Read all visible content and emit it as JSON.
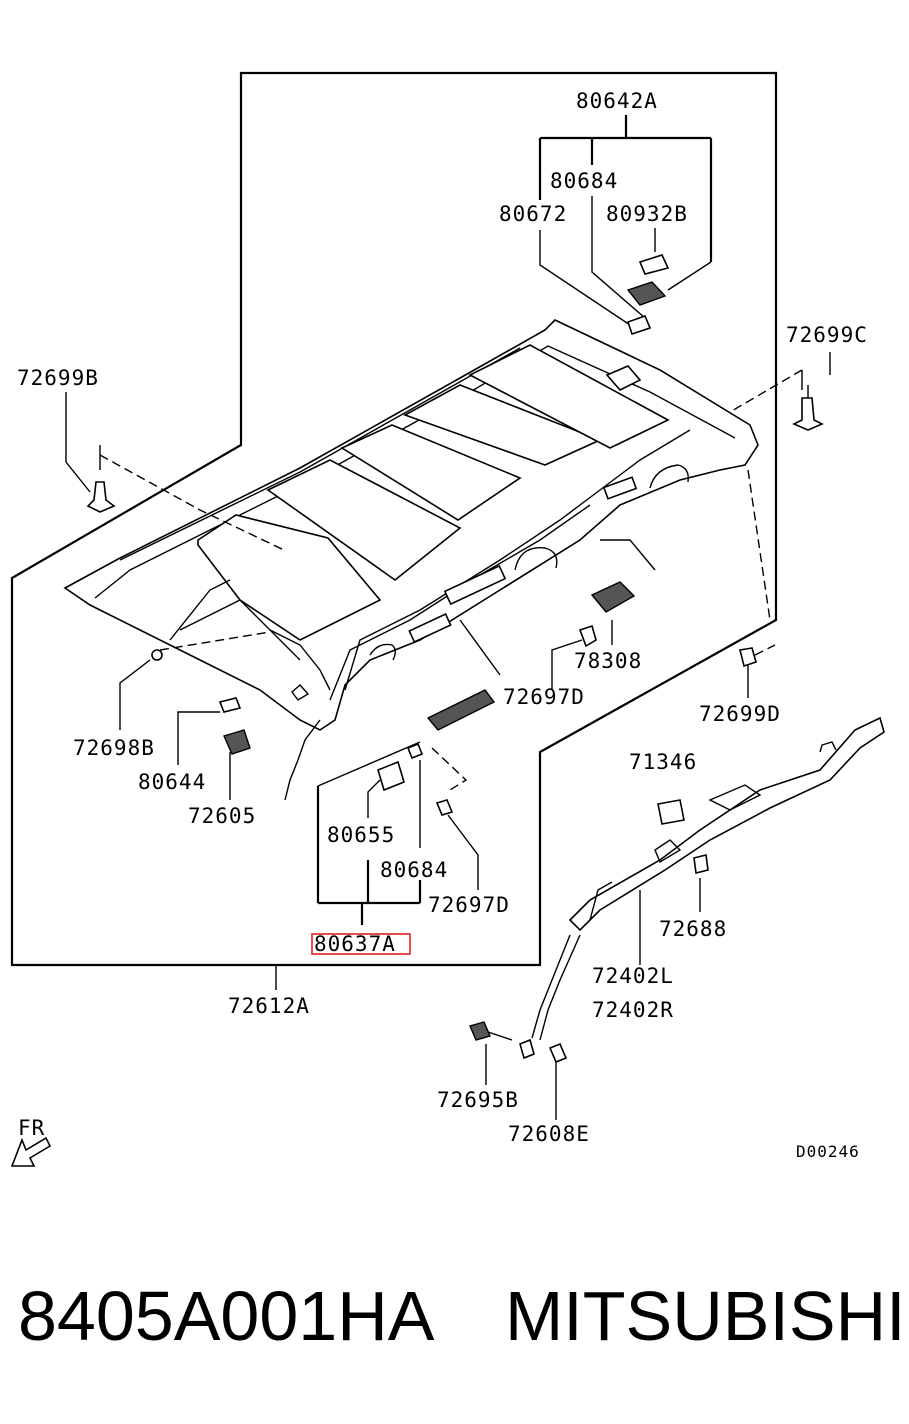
{
  "diagram": {
    "part_labels": {
      "p80642A": "80642A",
      "p80684_top": "80684",
      "p80672": "80672",
      "p80932B": "80932B",
      "p72699C": "72699C",
      "p72699B": "72699B",
      "p72698B": "72698B",
      "p80644": "80644",
      "p72605": "72605",
      "p72697D_mid": "72697D",
      "p78308": "78308",
      "p72699D": "72699D",
      "p71346": "71346",
      "p80655": "80655",
      "p80684_low": "80684",
      "p72697D_low": "72697D",
      "p80637A": "80637A",
      "p72612A": "72612A",
      "p72688": "72688",
      "p72402L": "72402L",
      "p72402R": "72402R",
      "p72695B": "72695B",
      "p72608E": "72608E"
    },
    "direction_label": "FR",
    "diagram_code": "D00246",
    "highlight_color": "#e02020"
  },
  "footer": {
    "part_number": "8405A001HA",
    "brand": "MITSUBISHI"
  }
}
